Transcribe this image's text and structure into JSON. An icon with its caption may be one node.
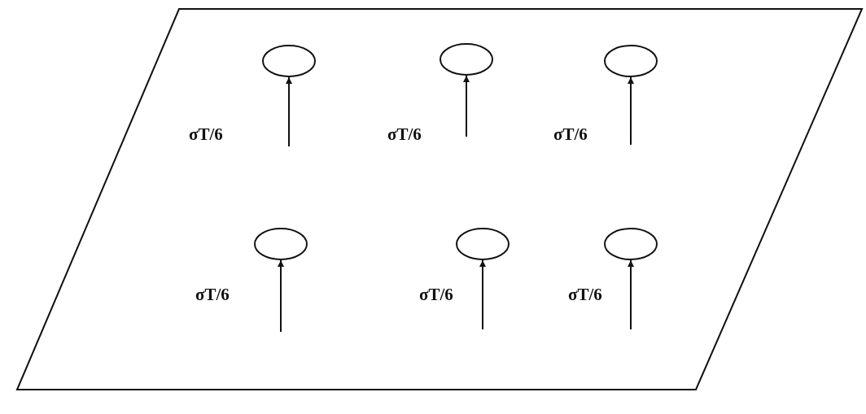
{
  "diagram": {
    "nodes": [
      {
        "text": [],
        "shape": "parallelogram"
      },
      {
        "text": [],
        "shape": "ellipse",
        "in": 0
      },
      {
        "text": [],
        "shape": "ellipse",
        "in": 0
      },
      {
        "text": [],
        "shape": "ellipse",
        "in": 0
      },
      {
        "text": [],
        "shape": "ellipse",
        "in": 0
      },
      {
        "text": [],
        "shape": "ellipse",
        "in": 0
      },
      {
        "text": [],
        "shape": "ellipse",
        "in": 0
      }
    ],
    "edges": [
      {
        "from": null,
        "to": 1,
        "arrow": "to",
        "label": "σT/6"
      },
      {
        "from": null,
        "to": 2,
        "arrow": "to",
        "label": "σT/6"
      },
      {
        "from": null,
        "to": 3,
        "arrow": "to",
        "label": "σT/6"
      },
      {
        "from": null,
        "to": 4,
        "arrow": "to",
        "label": "σT/6"
      },
      {
        "from": null,
        "to": 5,
        "arrow": "to",
        "label": "σT/6"
      },
      {
        "from": null,
        "to": 6,
        "arrow": "to",
        "label": "σT/6"
      }
    ]
  }
}
